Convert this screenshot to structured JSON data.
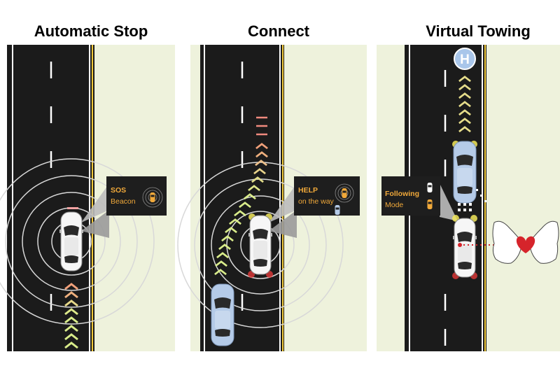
{
  "panels": [
    {
      "title": "Automatic Stop",
      "callout": {
        "title": "SOS",
        "subtitle": "Beacon"
      }
    },
    {
      "title": "Connect",
      "callout": {
        "title": "HELP",
        "subtitle": "on the way"
      }
    },
    {
      "title": "Virtual Towing",
      "callout": {
        "title": "Following",
        "subtitle": "Mode"
      },
      "hospital_letter": "H"
    }
  ],
  "colors": {
    "road": "#1b1b1b",
    "grass": "#eef2dc",
    "lane_white": "#ffffff",
    "lane_yellow": "#f1c93a",
    "callout_bg": "#1e1e1e",
    "callout_text": "#f1a93a",
    "chevron_green": "#d9ec8a",
    "chevron_red": "#f08a7e",
    "rescue_car": "#b5cbe8",
    "hospital_sign": "#a9c6ea",
    "heart": "#d6242b"
  },
  "icons": [
    "car-icon",
    "signal-rings-icon",
    "chevron-arrow-icon",
    "hospital-sign-icon",
    "heart-hands-icon"
  ]
}
